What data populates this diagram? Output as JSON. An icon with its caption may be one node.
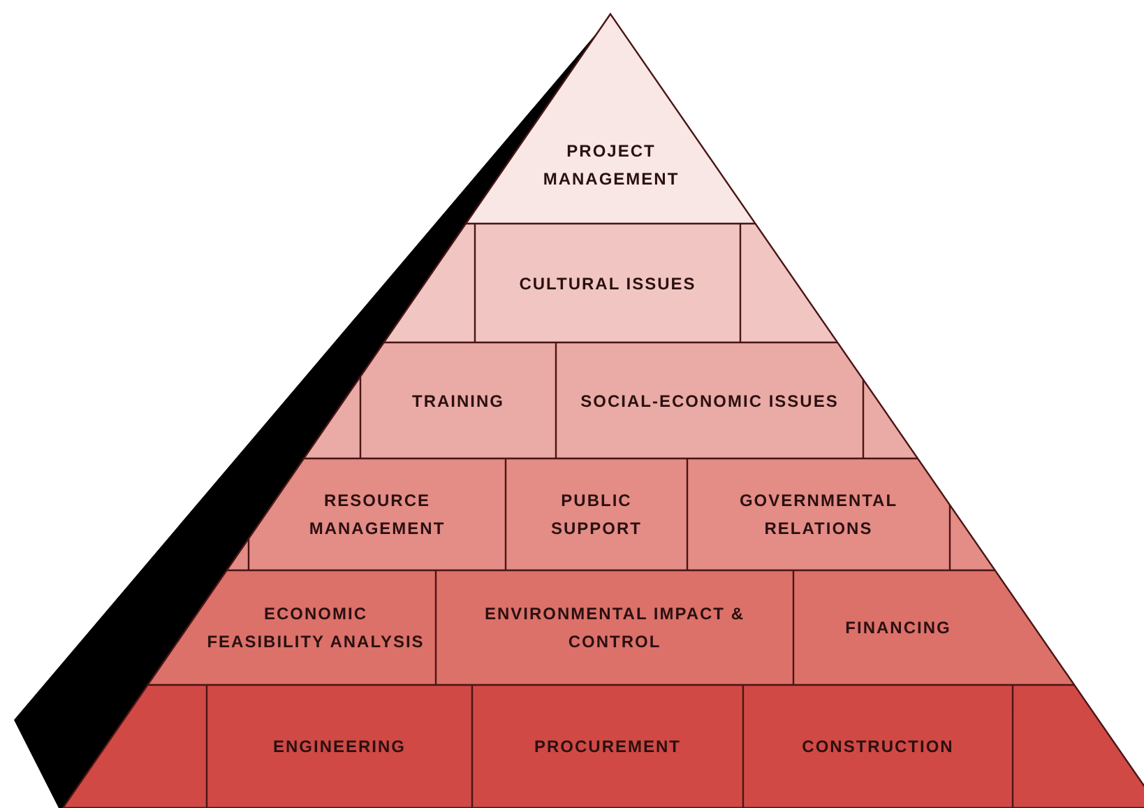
{
  "diagram": {
    "nodes": [
      {
        "text": [
          "PROJECT MANAGEMENT"
        ]
      },
      {
        "text": [
          "CULTURAL ISSUES"
        ]
      },
      {
        "text": [
          "TRAINING"
        ]
      },
      {
        "text": [
          "SOCIAL-ECONOMIC ISSUES"
        ]
      },
      {
        "text": [
          "RESOURCE MANAGEMENT"
        ]
      },
      {
        "text": [
          "PUBLIC SUPPORT"
        ]
      },
      {
        "text": [
          "GOVERNMENTAL RELATIONS"
        ]
      },
      {
        "text": [
          "ECONOMIC FEASIBILITY ANALYSIS"
        ]
      },
      {
        "text": [
          "ENVIRONMENTAL IMPACT & CONTROL"
        ]
      },
      {
        "text": [
          "FINANCING"
        ]
      },
      {
        "text": [
          "ENGINEERING"
        ]
      },
      {
        "text": [
          "PROCUREMENT"
        ]
      },
      {
        "text": [
          "CONSTRUCTION"
        ]
      }
    ]
  }
}
